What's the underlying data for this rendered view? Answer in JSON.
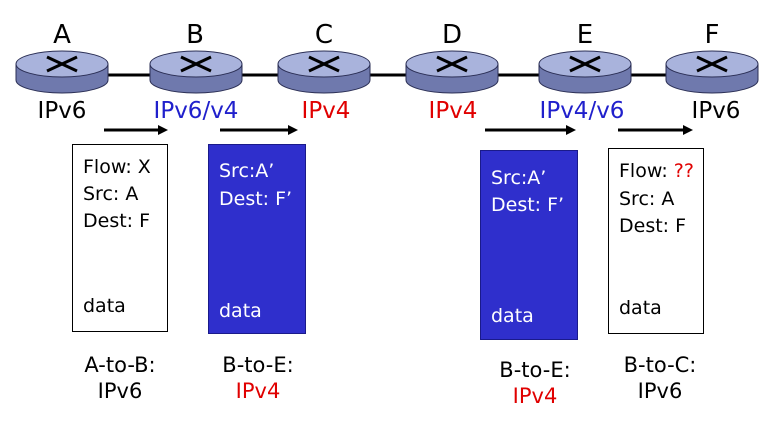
{
  "nodes": [
    {
      "letter": "A",
      "proto": "IPv6",
      "proto_color": "black"
    },
    {
      "letter": "B",
      "proto": "IPv6/v4",
      "proto_color": "blue"
    },
    {
      "letter": "C",
      "proto": "IPv4",
      "proto_color": "red"
    },
    {
      "letter": "D",
      "proto": "IPv4",
      "proto_color": "red"
    },
    {
      "letter": "E",
      "proto": "IPv4/v6",
      "proto_color": "blue"
    },
    {
      "letter": "F",
      "proto": "IPv6",
      "proto_color": "black"
    }
  ],
  "packets": [
    {
      "flow_label": "Flow: ",
      "flow_value": "X",
      "src": "Src: A",
      "dest": "Dest: F",
      "payload": "data",
      "caption_top": "A-to-B:",
      "caption_bottom": "IPv6"
    },
    {
      "src": "Src:A’",
      "dest": "Dest: F’",
      "payload": "data",
      "caption_top": "B-to-E:",
      "caption_bottom": "IPv4"
    },
    {
      "src": "Src:A’",
      "dest": "Dest: F’",
      "payload": "data",
      "caption_top": "B-to-E:",
      "caption_bottom": "IPv4"
    },
    {
      "flow_label": "Flow: ",
      "flow_value": "??",
      "src": "Src: A",
      "dest": "Dest: F",
      "payload": "data",
      "caption_top": "B-to-C:",
      "caption_bottom": "IPv6"
    }
  ],
  "colors": {
    "router_body": "#6f79ad",
    "router_top": "#a9b3dc",
    "tunnel_packet": "#2f2fcc",
    "ipv4_red": "#e00000",
    "dual_blue": "#2020cc"
  }
}
